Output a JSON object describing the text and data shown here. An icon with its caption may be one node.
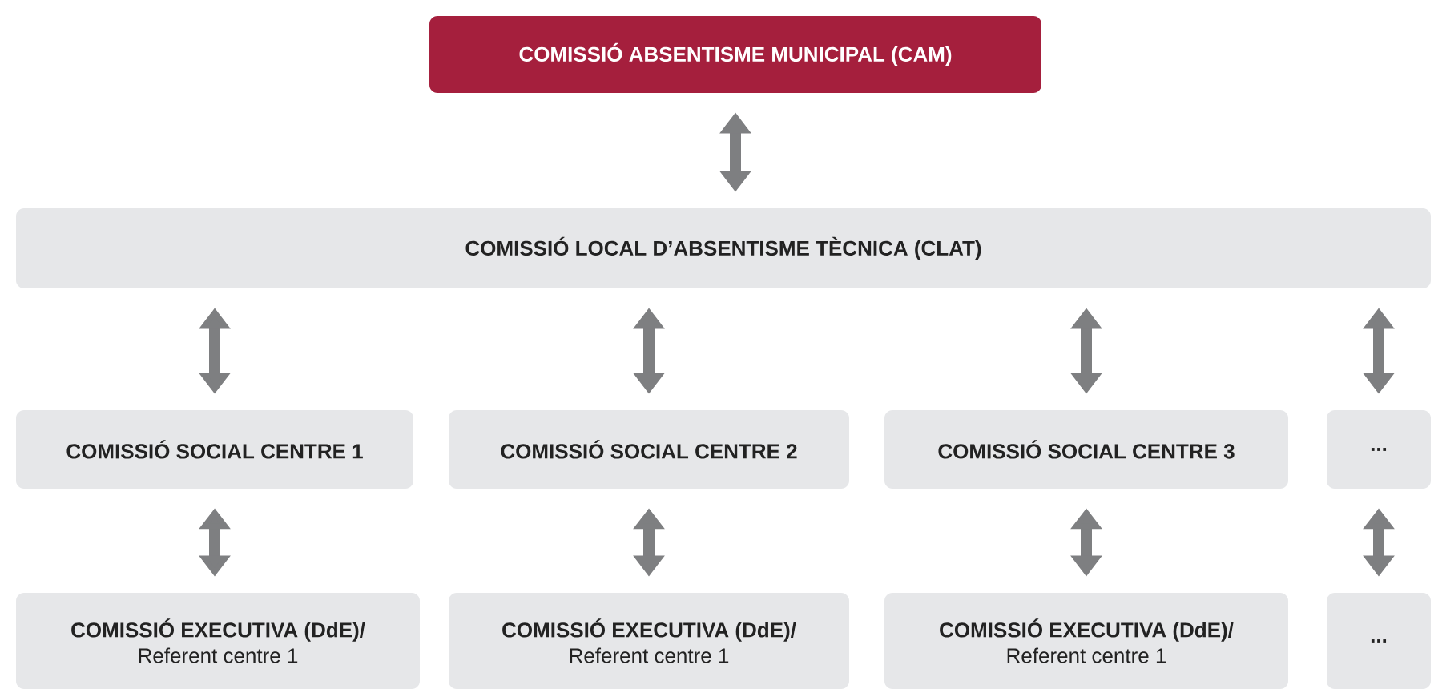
{
  "diagram": {
    "nodes": [
      {
        "text": [
          "COMISSIÓ ABSENTISME MUNICIPAL (CAM)"
        ]
      },
      {
        "text": [
          "COMISSIÓ LOCAL D’ABSENTISME TÈCNICA (CLAT)"
        ]
      },
      {
        "text": [
          "COMISSIÓ SOCIAL CENTRE 1"
        ]
      },
      {
        "text": [
          "COMISSIÓ SOCIAL CENTRE 2"
        ]
      },
      {
        "text": [
          "COMISSIÓ SOCIAL CENTRE 3"
        ]
      },
      {
        "text": [
          "..."
        ]
      },
      {
        "text": [
          "COMISSIÓ EXECUTIVA (DdE)/",
          "Referent centre 1"
        ]
      },
      {
        "text": [
          "COMISSIÓ EXECUTIVA (DdE)/",
          "Referent centre 1"
        ]
      },
      {
        "text": [
          "COMISSIÓ EXECUTIVA (DdE)/",
          "Referent centre 1"
        ]
      },
      {
        "text": [
          "..."
        ]
      }
    ],
    "edges": [
      {
        "from": 0,
        "to": 1,
        "arrow": "both"
      },
      {
        "from": 1,
        "to": 2,
        "arrow": "both"
      },
      {
        "from": 1,
        "to": 3,
        "arrow": "both"
      },
      {
        "from": 1,
        "to": 4,
        "arrow": "both"
      },
      {
        "from": 1,
        "to": 5,
        "arrow": "both"
      },
      {
        "from": 2,
        "to": 6,
        "arrow": "both"
      },
      {
        "from": 3,
        "to": 7,
        "arrow": "both"
      },
      {
        "from": 4,
        "to": 8,
        "arrow": "both"
      },
      {
        "from": 5,
        "to": 9,
        "arrow": "both"
      }
    ]
  }
}
